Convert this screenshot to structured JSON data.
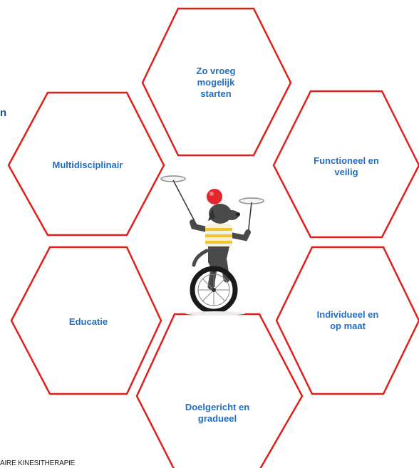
{
  "hexagons": [
    {
      "name": "hex-zo-vroeg-mogelijk-starten",
      "lines": [
        "Zo vroeg",
        "mogelijk",
        "starten"
      ]
    },
    {
      "name": "hex-multidisciplinair",
      "lines": [
        "Multidisciplinair"
      ]
    },
    {
      "name": "hex-functioneel-en-veilig",
      "lines": [
        "Functioneel en",
        "veilig"
      ]
    },
    {
      "name": "hex-educatie",
      "lines": [
        "Educatie"
      ]
    },
    {
      "name": "hex-individueel-en-op-maat",
      "lines": [
        "Individueel en",
        "op maat"
      ]
    },
    {
      "name": "hex-doelgericht-en-gradueel",
      "lines": [
        "Doelgericht en",
        "gradueel"
      ]
    }
  ],
  "edge_letter": "n",
  "footer": "AIRE KINESITHERAPIE",
  "colors": {
    "hex_stroke": "#e0201b",
    "label_text": "#1f6fc7"
  },
  "center_image": "unicycle-juggling-dog-illustration"
}
